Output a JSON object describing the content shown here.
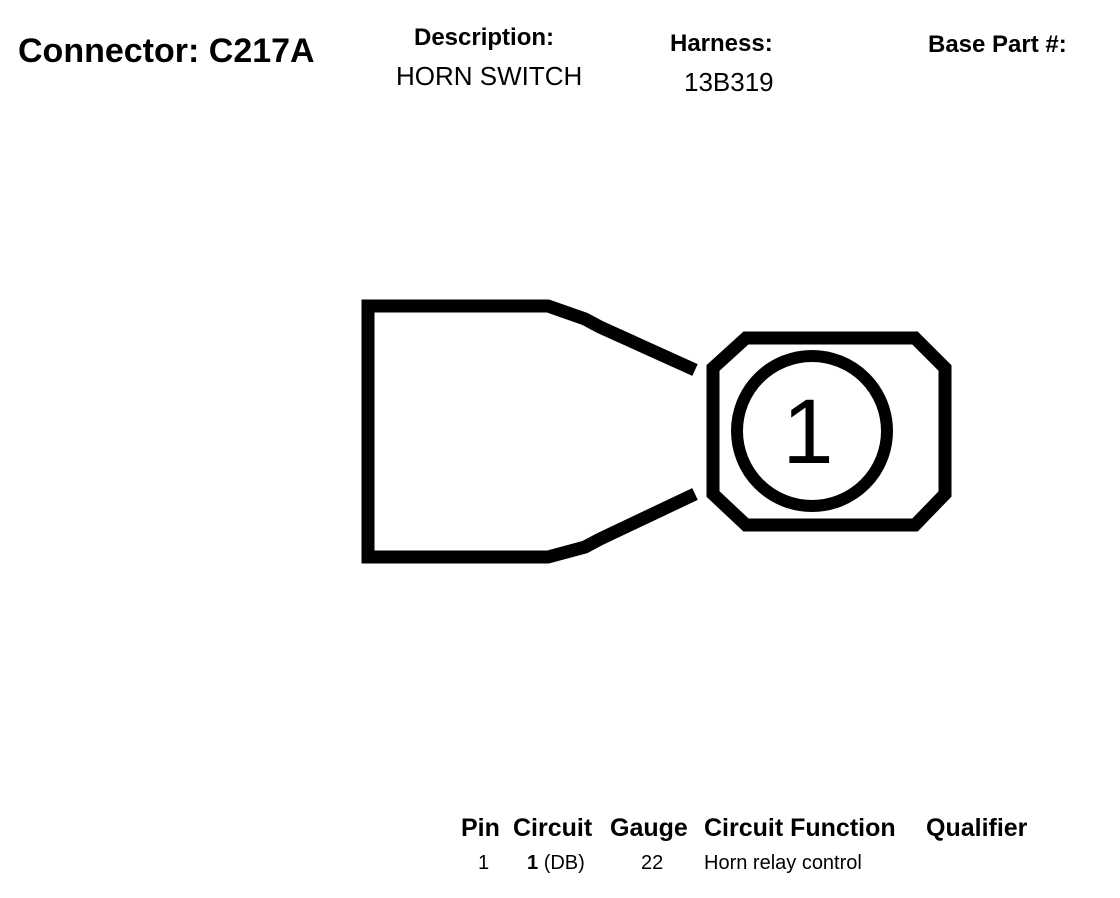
{
  "header": {
    "connector_title": "Connector: C217A",
    "description_label": "Description:",
    "description_value": "HORN SWITCH",
    "harness_label": "Harness:",
    "harness_value": "13B319",
    "base_part_label": "Base Part #:"
  },
  "connector": {
    "pins": [
      {
        "number": "1"
      }
    ]
  },
  "pin_table": {
    "headers": {
      "pin": "Pin",
      "circuit": "Circuit",
      "gauge": "Gauge",
      "function": "Circuit Function",
      "qualifier": "Qualifier"
    },
    "rows": [
      {
        "pin": "1",
        "circuit_number": "1",
        "circuit_color": "(DB)",
        "gauge": "22",
        "function": "Horn relay control",
        "qualifier": ""
      }
    ]
  }
}
